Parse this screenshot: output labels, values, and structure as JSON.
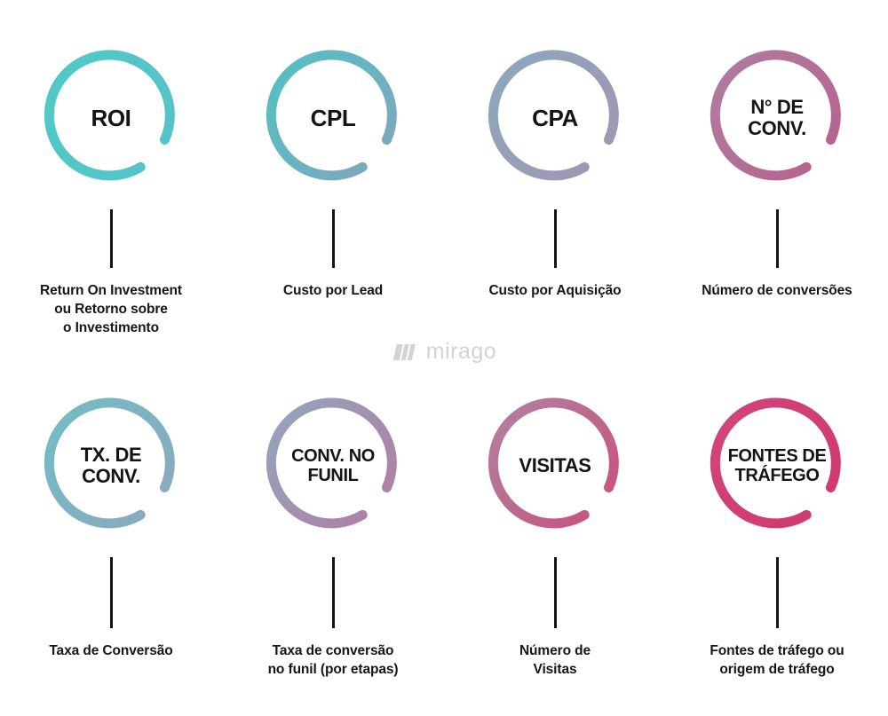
{
  "page": {
    "background": "#ffffff",
    "text_color": "#161616",
    "watermark": {
      "brand": "mirago",
      "mark_name": "three-bars-logo",
      "color": "#c9ccd2"
    }
  },
  "rings": {
    "arc_style": "open-ring-gap-bottom-right",
    "stroke_width": 11,
    "cap": "round"
  },
  "rows": [
    {
      "id": "row-1",
      "metrics": [
        {
          "id": "roi",
          "ring_text": "ROI",
          "caption": "Return On Investment\nou Retorno sobre\no Investimento",
          "color_start": "#4fc9c6",
          "color_end": "#55c3c9"
        },
        {
          "id": "cpl",
          "ring_text": "CPL",
          "caption": "Custo por Lead",
          "color_start": "#55bfc4",
          "color_end": "#7fa7bd"
        },
        {
          "id": "cpa",
          "ring_text": "CPA",
          "caption": "Custo por Aquisição",
          "color_start": "#8aa8bd",
          "color_end": "#a395b1"
        },
        {
          "id": "n-de-conv",
          "ring_text": "N° DE\nCONV.",
          "caption": "Número de conversões",
          "color_start": "#b07ba0",
          "color_end": "#b6628d"
        }
      ]
    },
    {
      "id": "row-2",
      "metrics": [
        {
          "id": "tx-de-conv",
          "ring_text": "TX. DE\nCONV.",
          "caption": "Taxa de Conversão",
          "color_start": "#74bcc4",
          "color_end": "#8aa9bd"
        },
        {
          "id": "conv-no-funil",
          "ring_text": "CONV. NO\nFUNIL",
          "caption": "Taxa de conversão\nno funil (por etapas)",
          "color_start": "#94a4bb",
          "color_end": "#b07ea4"
        },
        {
          "id": "visitas",
          "ring_text": "VISITAS",
          "caption": "Número de\nVisitas",
          "color_start": "#b27f9f",
          "color_end": "#c8527e"
        },
        {
          "id": "fontes-de-trafego",
          "ring_text": "FONTES DE\nTRÁFEGO",
          "caption": "Fontes de tráfego ou\norigem de tráfego",
          "color_start": "#d1447b",
          "color_end": "#cf3a6e"
        }
      ]
    }
  ]
}
